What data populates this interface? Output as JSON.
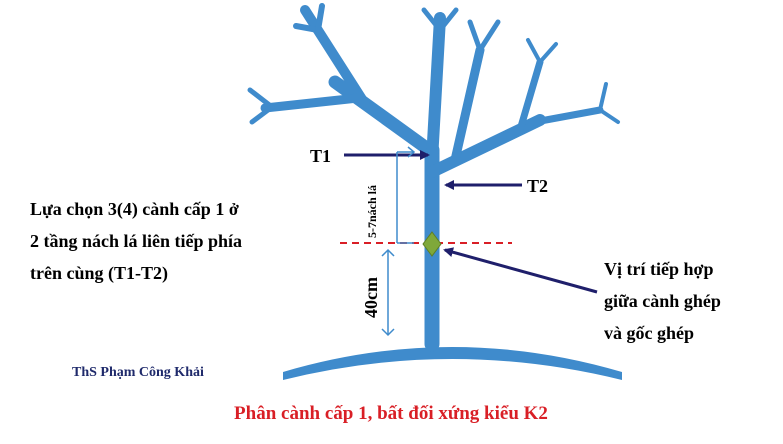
{
  "colors": {
    "branch": "#3f8bcc",
    "arrow": "#1f1f6b",
    "dashed_line": "#d91f26",
    "graft_marker": "#7fa83a",
    "caption": "#d91f26",
    "author": "#1f2a6b"
  },
  "labels": {
    "t1": "T1",
    "t2": "T2",
    "leaf_nodes": "5-7nách lá",
    "height": "40cm",
    "left_note": [
      "Lựa chọn 3(4) cành cấp 1 ở",
      "2 tầng nách lá liên tiếp phía",
      "trên cùng (T1-T2)"
    ],
    "right_note": [
      "Vị trí tiếp hợp",
      "giữa cành ghép",
      "và gốc ghép"
    ],
    "author": "ThS Phạm Công Khải",
    "caption": "Phân cành cấp 1, bất đối xứng kiểu K2"
  }
}
